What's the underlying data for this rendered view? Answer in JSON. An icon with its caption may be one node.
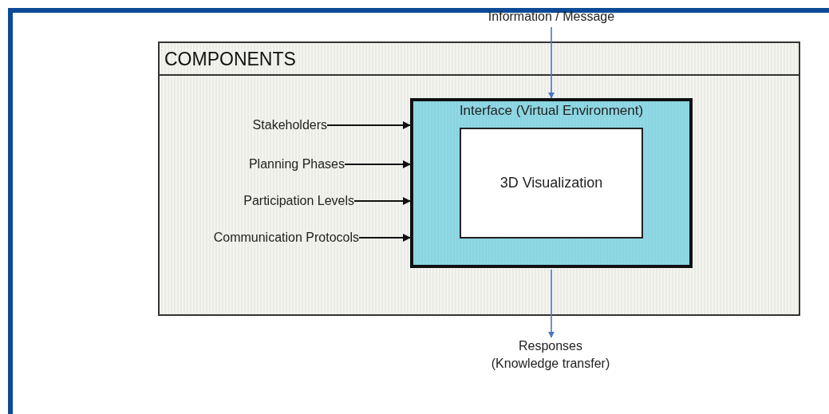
{
  "diagram": {
    "nodes": [
      {
        "text": [
          "COMPONENTS"
        ]
      },
      {
        "text": [
          "Interface (Virtual Environment)"
        ],
        "in": 0
      },
      {
        "text": [
          "3D Visualization"
        ],
        "in": 1
      },
      {
        "text": [
          "Stakeholders"
        ],
        "in": 0
      },
      {
        "text": [
          "Planning Phases"
        ],
        "in": 0
      },
      {
        "text": [
          "Participation Levels"
        ],
        "in": 0
      },
      {
        "text": [
          "Communication Protocols"
        ],
        "in": 0
      },
      {
        "text": [
          "Information / Message"
        ]
      },
      {
        "text": [
          "Responses (Knowledge transfer)"
        ]
      }
    ],
    "edges": [
      {
        "from": 3,
        "to": 1,
        "arrow": "to"
      },
      {
        "from": 4,
        "to": 1,
        "arrow": "to"
      },
      {
        "from": 5,
        "to": 1,
        "arrow": "to"
      },
      {
        "from": 6,
        "to": 1,
        "arrow": "to"
      },
      {
        "from": 7,
        "to": 1,
        "arrow": "to",
        "color": "#4a78c2"
      },
      {
        "from": 1,
        "to": 8,
        "arrow": "to",
        "color": "#4a78c2"
      }
    ]
  }
}
